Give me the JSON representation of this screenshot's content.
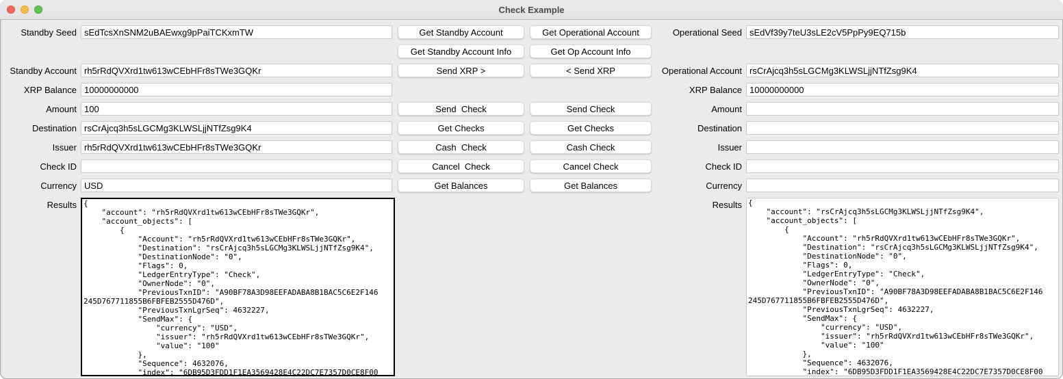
{
  "window": {
    "title": "Check Example"
  },
  "left": {
    "seed": {
      "label": "Standby Seed",
      "value": "sEdTcsXnSNM2uBAEwxg9pPaiTCKxmTW"
    },
    "account": {
      "label": "Standby Account",
      "value": "rh5rRdQVXrd1tw613wCEbHFr8sTWe3GQKr"
    },
    "balance": {
      "label": "XRP Balance",
      "value": "10000000000"
    },
    "amount": {
      "label": "Amount",
      "value": "100"
    },
    "destination": {
      "label": "Destination",
      "value": "rsCrAjcq3h5sLGCMg3KLWSLjjNTfZsg9K4"
    },
    "issuer": {
      "label": "Issuer",
      "value": "rh5rRdQVXrd1tw613wCEbHFr8sTWe3GQKr"
    },
    "check_id": {
      "label": "Check ID",
      "value": ""
    },
    "currency": {
      "label": "Currency",
      "value": "USD"
    },
    "results": {
      "label": "Results",
      "value": "{\n    \"account\": \"rh5rRdQVXrd1tw613wCEbHFr8sTWe3GQKr\",\n    \"account_objects\": [\n        {\n            \"Account\": \"rh5rRdQVXrd1tw613wCEbHFr8sTWe3GQKr\",\n            \"Destination\": \"rsCrAjcq3h5sLGCMg3KLWSLjjNTfZsg9K4\",\n            \"DestinationNode\": \"0\",\n            \"Flags\": 0,\n            \"LedgerEntryType\": \"Check\",\n            \"OwnerNode\": \"0\",\n            \"PreviousTxnID\": \"A90BF78A3D98EEFADABA8B1BAC5C6E2F146\n245D767711855B6FBFEB2555D476D\",\n            \"PreviousTxnLgrSeq\": 4632227,\n            \"SendMax\": {\n                \"currency\": \"USD\",\n                \"issuer\": \"rh5rRdQVXrd1tw613wCEbHFr8sTWe3GQKr\",\n                \"value\": \"100\"\n            },\n            \"Sequence\": 4632076,\n            \"index\": \"6DB95D3FDD1F1EA3569428E4C22DC7E7357D0CE8F00"
    }
  },
  "right": {
    "seed": {
      "label": "Operational Seed",
      "value": "sEdVf39y7teU3sLE2cV5PpPy9EQ715b"
    },
    "account": {
      "label": "Operational Account",
      "value": "rsCrAjcq3h5sLGCMg3KLWSLjjNTfZsg9K4"
    },
    "balance": {
      "label": "XRP Balance",
      "value": "10000000000"
    },
    "amount": {
      "label": "Amount",
      "value": ""
    },
    "destination": {
      "label": "Destination",
      "value": ""
    },
    "issuer": {
      "label": "Issuer",
      "value": ""
    },
    "check_id": {
      "label": "Check ID",
      "value": ""
    },
    "currency": {
      "label": "Currency",
      "value": ""
    },
    "results": {
      "label": "Results",
      "value": "{\n    \"account\": \"rsCrAjcq3h5sLGCMg3KLWSLjjNTfZsg9K4\",\n    \"account_objects\": [\n        {\n            \"Account\": \"rh5rRdQVXrd1tw613wCEbHFr8sTWe3GQKr\",\n            \"Destination\": \"rsCrAjcq3h5sLGCMg3KLWSLjjNTfZsg9K4\",\n            \"DestinationNode\": \"0\",\n            \"Flags\": 0,\n            \"LedgerEntryType\": \"Check\",\n            \"OwnerNode\": \"0\",\n            \"PreviousTxnID\": \"A90BF78A3D98EEFADABA8B1BAC5C6E2F146\n245D767711855B6FBFEB2555D476D\",\n            \"PreviousTxnLgrSeq\": 4632227,\n            \"SendMax\": {\n                \"currency\": \"USD\",\n                \"issuer\": \"rh5rRdQVXrd1tw613wCEbHFr8sTWe3GQKr\",\n                \"value\": \"100\"\n            },\n            \"Sequence\": 4632076,\n            \"index\": \"6DB95D3FDD1F1EA3569428E4C22DC7E7357D0CE8F00"
    }
  },
  "buttons": {
    "standby": {
      "get_account": "Get Standby Account",
      "get_account_info": "Get Standby Account Info",
      "send_xrp": "Send XRP >",
      "send_check": "Send  Check",
      "get_checks": "Get Checks",
      "cash_check": "Cash  Check",
      "cancel_check": "Cancel  Check",
      "get_balances": "Get Balances"
    },
    "operational": {
      "get_account": "Get Operational Account",
      "get_account_info": "Get Op Account Info",
      "send_xrp": "< Send XRP",
      "send_check": "Send Check",
      "get_checks": "Get Checks",
      "cash_check": "Cash Check",
      "cancel_check": "Cancel Check",
      "get_balances": "Get Balances"
    }
  }
}
